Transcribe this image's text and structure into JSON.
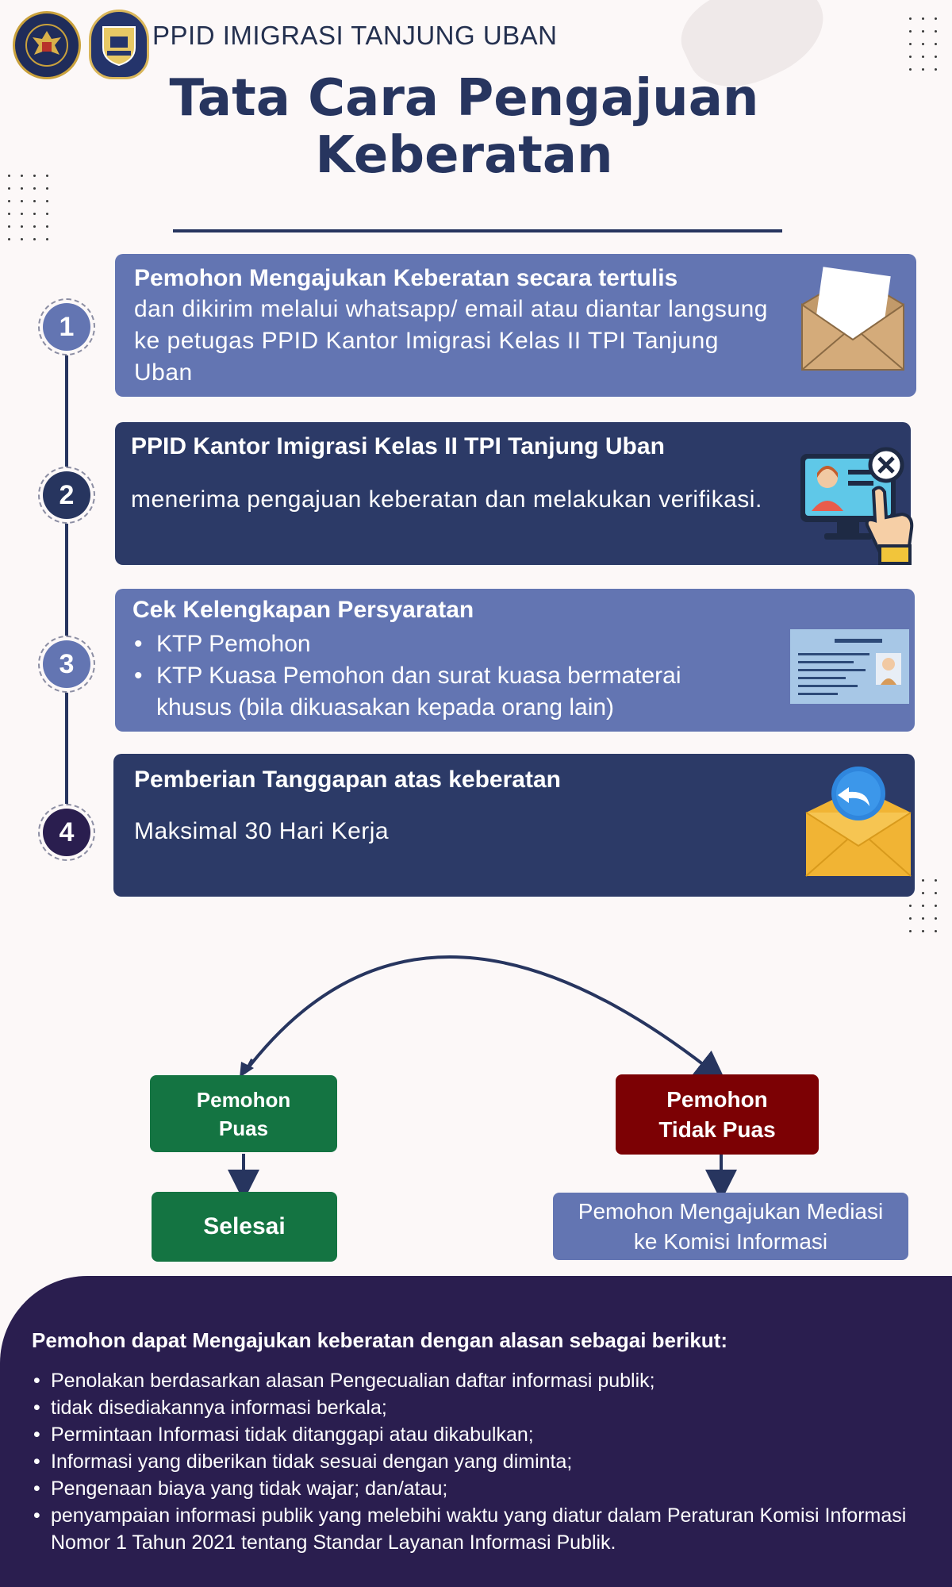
{
  "header": {
    "org_name": "PPID IMIGRASI TANJUNG UBAN",
    "title_line1": "Tata Cara Pengajuan",
    "title_line2": "Keberatan"
  },
  "steps": [
    {
      "number": "1",
      "title": "Pemohon Mengajukan Keberatan secara tertulis",
      "text": "dan dikirim melalui whatsapp/ email atau diantar langsung ke petugas PPID Kantor Imigrasi Kelas II TPI Tanjung Uban",
      "icon": "envelope-icon"
    },
    {
      "number": "2",
      "title": "PPID Kantor Imigrasi Kelas II TPI Tanjung Uban",
      "text": "menerima pengajuan keberatan dan melakukan verifikasi.",
      "icon": "computer-verification-icon"
    },
    {
      "number": "3",
      "title": "Cek Kelengkapan Persyaratan",
      "bullets": [
        "KTP Pemohon",
        "KTP Kuasa Pemohon dan surat kuasa bermaterai khusus (bila dikuasakan kepada orang lain)"
      ],
      "icon": "id-card-icon"
    },
    {
      "number": "4",
      "title": "Pemberian Tanggapan atas keberatan",
      "text": "Maksimal 30 Hari Kerja",
      "icon": "reply-mail-icon"
    }
  ],
  "flow": {
    "satisfied": "Pemohon Puas",
    "finished": "Selesai",
    "not_satisfied": "Pemohon Tidak Puas",
    "mediation": "Pemohon Mengajukan Mediasi ke Komisi Informasi"
  },
  "footer": {
    "heading": "Pemohon dapat Mengajukan keberatan dengan alasan sebagai berikut:",
    "items": [
      "Penolakan berdasarkan alasan Pengecualian daftar informasi publik;",
      "tidak disediakannya informasi berkala;",
      "Permintaan Informasi tidak ditanggapi atau dikabulkan;",
      "Informasi yang diberikan tidak sesuai dengan yang diminta;",
      "Pengenaan biaya yang tidak wajar; dan/atau;",
      "penyampaian informasi publik yang melebihi waktu yang diatur dalam Peraturan Komisi Informasi Nomor 1 Tahun 2021 tentang Standar Layanan Informasi Publik."
    ]
  },
  "colors": {
    "navy": "#27355f",
    "card_light": "#6375b2",
    "card_dark": "#2c3a67",
    "green": "#147442",
    "maroon": "#7c0104",
    "footer_bg": "#2a1e4f"
  }
}
